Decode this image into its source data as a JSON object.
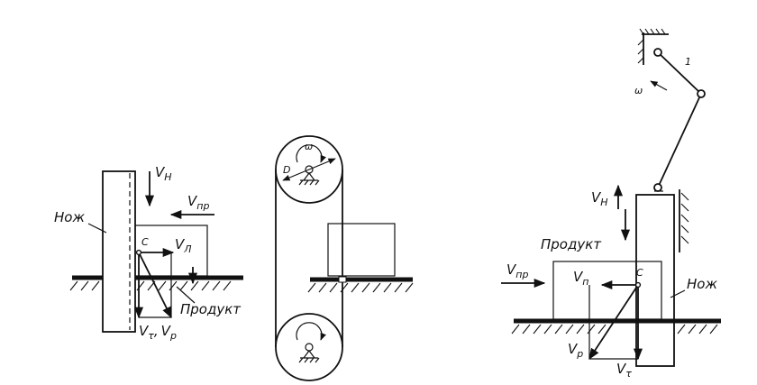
{
  "labels": {
    "knife": "Нож",
    "product": "Продукт",
    "v_n": "V",
    "v_n_sub": "Н",
    "v_pr": "V",
    "v_pr_sub": "пр",
    "v_l": "V",
    "v_l_sub": "Л",
    "v_p_lower": "V",
    "v_p_lower_sub": "п",
    "v_tau": "V",
    "v_tau_sub": "τ",
    "v_r": "V",
    "v_r_sub": "р",
    "comma": ",",
    "point_c": "C",
    "point_d": "D",
    "omega": "ω",
    "one": "1"
  }
}
